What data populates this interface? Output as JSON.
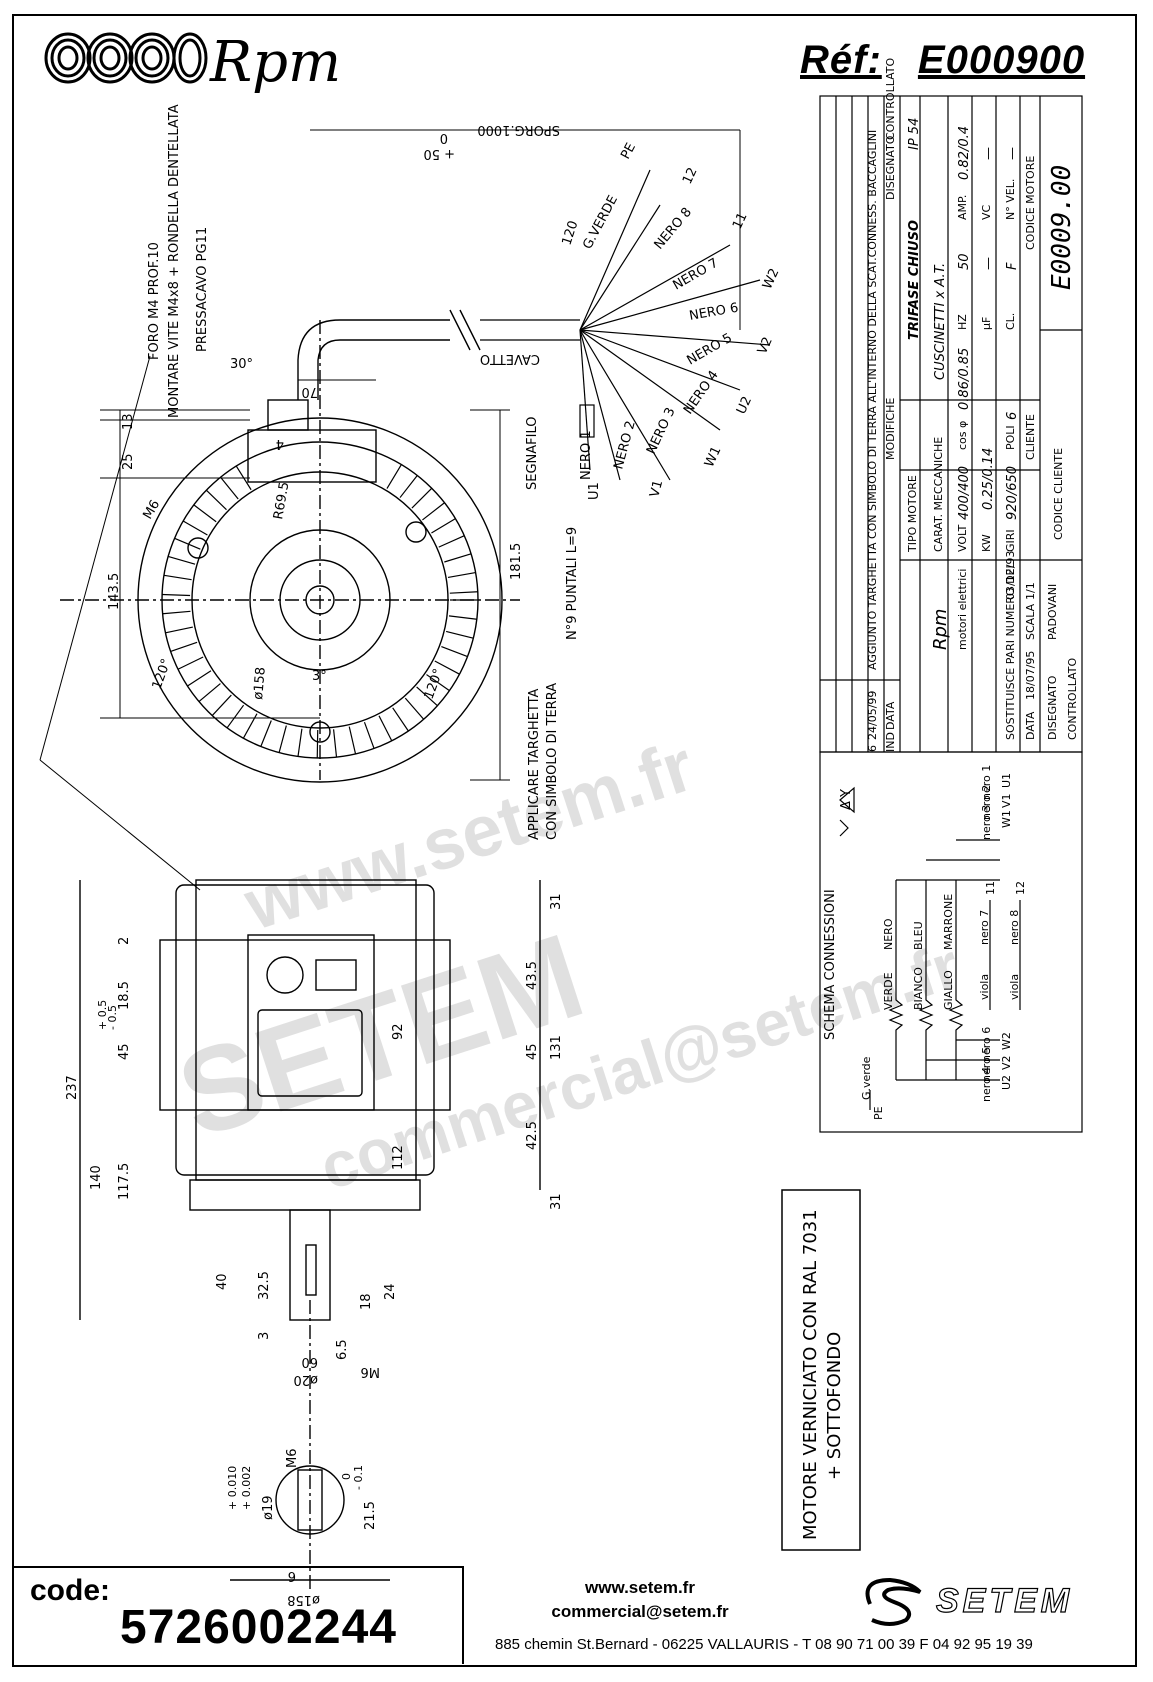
{
  "header": {
    "brand": "Rpm",
    "ref_label": "Réf:",
    "ref_value": "E000900"
  },
  "drawing": {
    "side_labels": {
      "hole": "FORO M4 PROF.10",
      "screw": "MONTARE VITE M4x8 + RONDELLA DENTELLATA",
      "gland": "PRESSACAVO PG11",
      "sporg": "SPORG.1000",
      "sporg_tol_top": "+ 50",
      "sporg_tol_bottom": "0",
      "cavetto": "CAVETTO",
      "segnafilo": "SEGNAFILO",
      "puntali": "N°9 PUNTALI L=9",
      "targhetta": "APPLICARE TARGHETTA",
      "targhetta2": "CON SIMBOLO DI TERRA",
      "g_verde": "G.VERDE",
      "pe": "PE",
      "len120": "120"
    },
    "wires": {
      "w1": "NERO 1",
      "w2": "NERO 2",
      "w3": "NERO 3",
      "w4": "NERO 4",
      "w5": "NERO 5",
      "w6": "NERO 6",
      "w7": "NERO 7",
      "w8": "NERO 8",
      "u1": "U1",
      "v1": "V1",
      "w1t": "W1",
      "u2": "U2",
      "v2": "V2",
      "w2t": "W2",
      "t11": "11",
      "t12": "12"
    },
    "dims": {
      "d13": "13",
      "d25": "25",
      "d70": "70",
      "d30deg": "30°",
      "d4": "4",
      "dm6": "M6",
      "d1435": "143.5",
      "d1815": "181.5",
      "dr695": "R69.5",
      "dr158": "ø158",
      "d3deg": "3°",
      "d120a": "120°",
      "d120b": "120°",
      "d237": "237",
      "d140": "140",
      "d1175": "117.5",
      "d185": "18.5",
      "d45": "45",
      "d45tol_a": "+ 0.5",
      "d45tol_b": "- 0.5",
      "d2": "2",
      "d31a": "31",
      "d435": "43.5",
      "d45b": "45",
      "d425": "42.5",
      "d31b": "31",
      "d131": "131",
      "d92": "92",
      "d112": "112",
      "d40": "40",
      "d325": "32.5",
      "d3": "3",
      "d18": "18",
      "d24": "24",
      "d65": "6.5",
      "d60": "60",
      "d20": "ø20",
      "m6b": "M6",
      "d19": "ø19",
      "d19tol_a": "+ 0.010",
      "d19tol_b": "+ 0.002",
      "m6c": "M6",
      "d215": "21.5",
      "d215tol_a": "0",
      "d215tol_b": "- 0.1",
      "d6": "6",
      "d158b": "ø158"
    }
  },
  "title_block": {
    "mod_row": "AGGIUNTO TARGHETTA CON SIMBOLO DI TERRA ALL'INTERNO DELLA SCAT.CONNESS. BACCAGLINI",
    "mod_date": "24/05/99",
    "mod_ind": "6",
    "ind_label": "IND",
    "data_label": "DATA",
    "modifiche": "MODIFICHE",
    "disegnato_h": "DISEGNATO",
    "controllato_h": "CONTROLLATO",
    "tipo_motore_label": "TIPO MOTORE",
    "tipo_motore": "TRIFASE CHIUSO",
    "protection": "IP 54",
    "carat_label": "CARAT. MECCANICHE",
    "carat": "CUSCINETTI x A.T.",
    "volt_label": "VOLT",
    "volt": "400/400",
    "cos_label": "cos φ",
    "cos": "0.86/0.85",
    "hz_label": "HZ",
    "hz": "50",
    "amp_label": "AMP.",
    "amp": "0.82/0.4",
    "kw_label": "KW",
    "kw": "0.25/0.14",
    "uf_label": "µF",
    "uf": "—",
    "vc_label": "VC",
    "vc": "—",
    "giri_label": "GIRI",
    "giri": "920/650",
    "poli_label": "POLI",
    "poli": "6",
    "cl_label": "CL.",
    "cl": "F",
    "vel_label": "N° VEL.",
    "vel": "—",
    "codice_motore_label": "CODICE MOTORE",
    "codice_motore": "E0009.00",
    "cliente_label": "CLIENTE",
    "codice_cliente_label": "CODICE CLIENTE",
    "brand_small": "Rpm",
    "brand_sub": "motori elettrici",
    "sostituisce": "SOSTITUISCE PARI NUMERO DEL",
    "sost_date": "03/12/93",
    "data2_label": "DATA",
    "data2": "18/07/95",
    "scala_label": "SCALA",
    "scala": "1/1",
    "disegnato_label": "DISEGNATO",
    "disegnato": "PADOVANI",
    "controllato_label": "CONTROLLATO"
  },
  "schema": {
    "title": "SCHEMA CONNESSIONI",
    "delta_star": "Δ Y",
    "verde": "VERDE",
    "bianco": "BIANCO",
    "giallo": "GIALLO",
    "nero": "NERO",
    "bleu": "BLEU",
    "marrone": "MARRONE",
    "viola_a": "viola",
    "viola_b": "viola",
    "nero7": "nero 7",
    "nero8": "nero 8",
    "u1": "U1",
    "v1": "V1",
    "w1": "W1",
    "w2": "W2",
    "v2": "V2",
    "u2": "U2",
    "t11": "11",
    "t12": "12",
    "nero1": "nero 1",
    "nero2": "nero 2",
    "nero3": "nero 3",
    "nero6": "nero 6",
    "nero5": "nero 5",
    "nero4": "nero 4",
    "pe": "PE",
    "gverde": "G.verde"
  },
  "note": {
    "line1": "MOTORE VERNICIATO CON RAL 7031",
    "line2": "+ SOTTOFONDO"
  },
  "watermark": {
    "line1": "www.setem.fr",
    "line2": "SETEM",
    "line3": "commercial@setem.fr"
  },
  "footer": {
    "code_label": "code:",
    "code_value": "5726002244",
    "website": "www.setem.fr",
    "email": "commercial@setem.fr",
    "address": "885 chemin St.Bernard  -  06225 VALLAURIS  -  T 08 90 71 00 39  F 04 92 95 19 39",
    "setem_logo": "SETEM"
  }
}
